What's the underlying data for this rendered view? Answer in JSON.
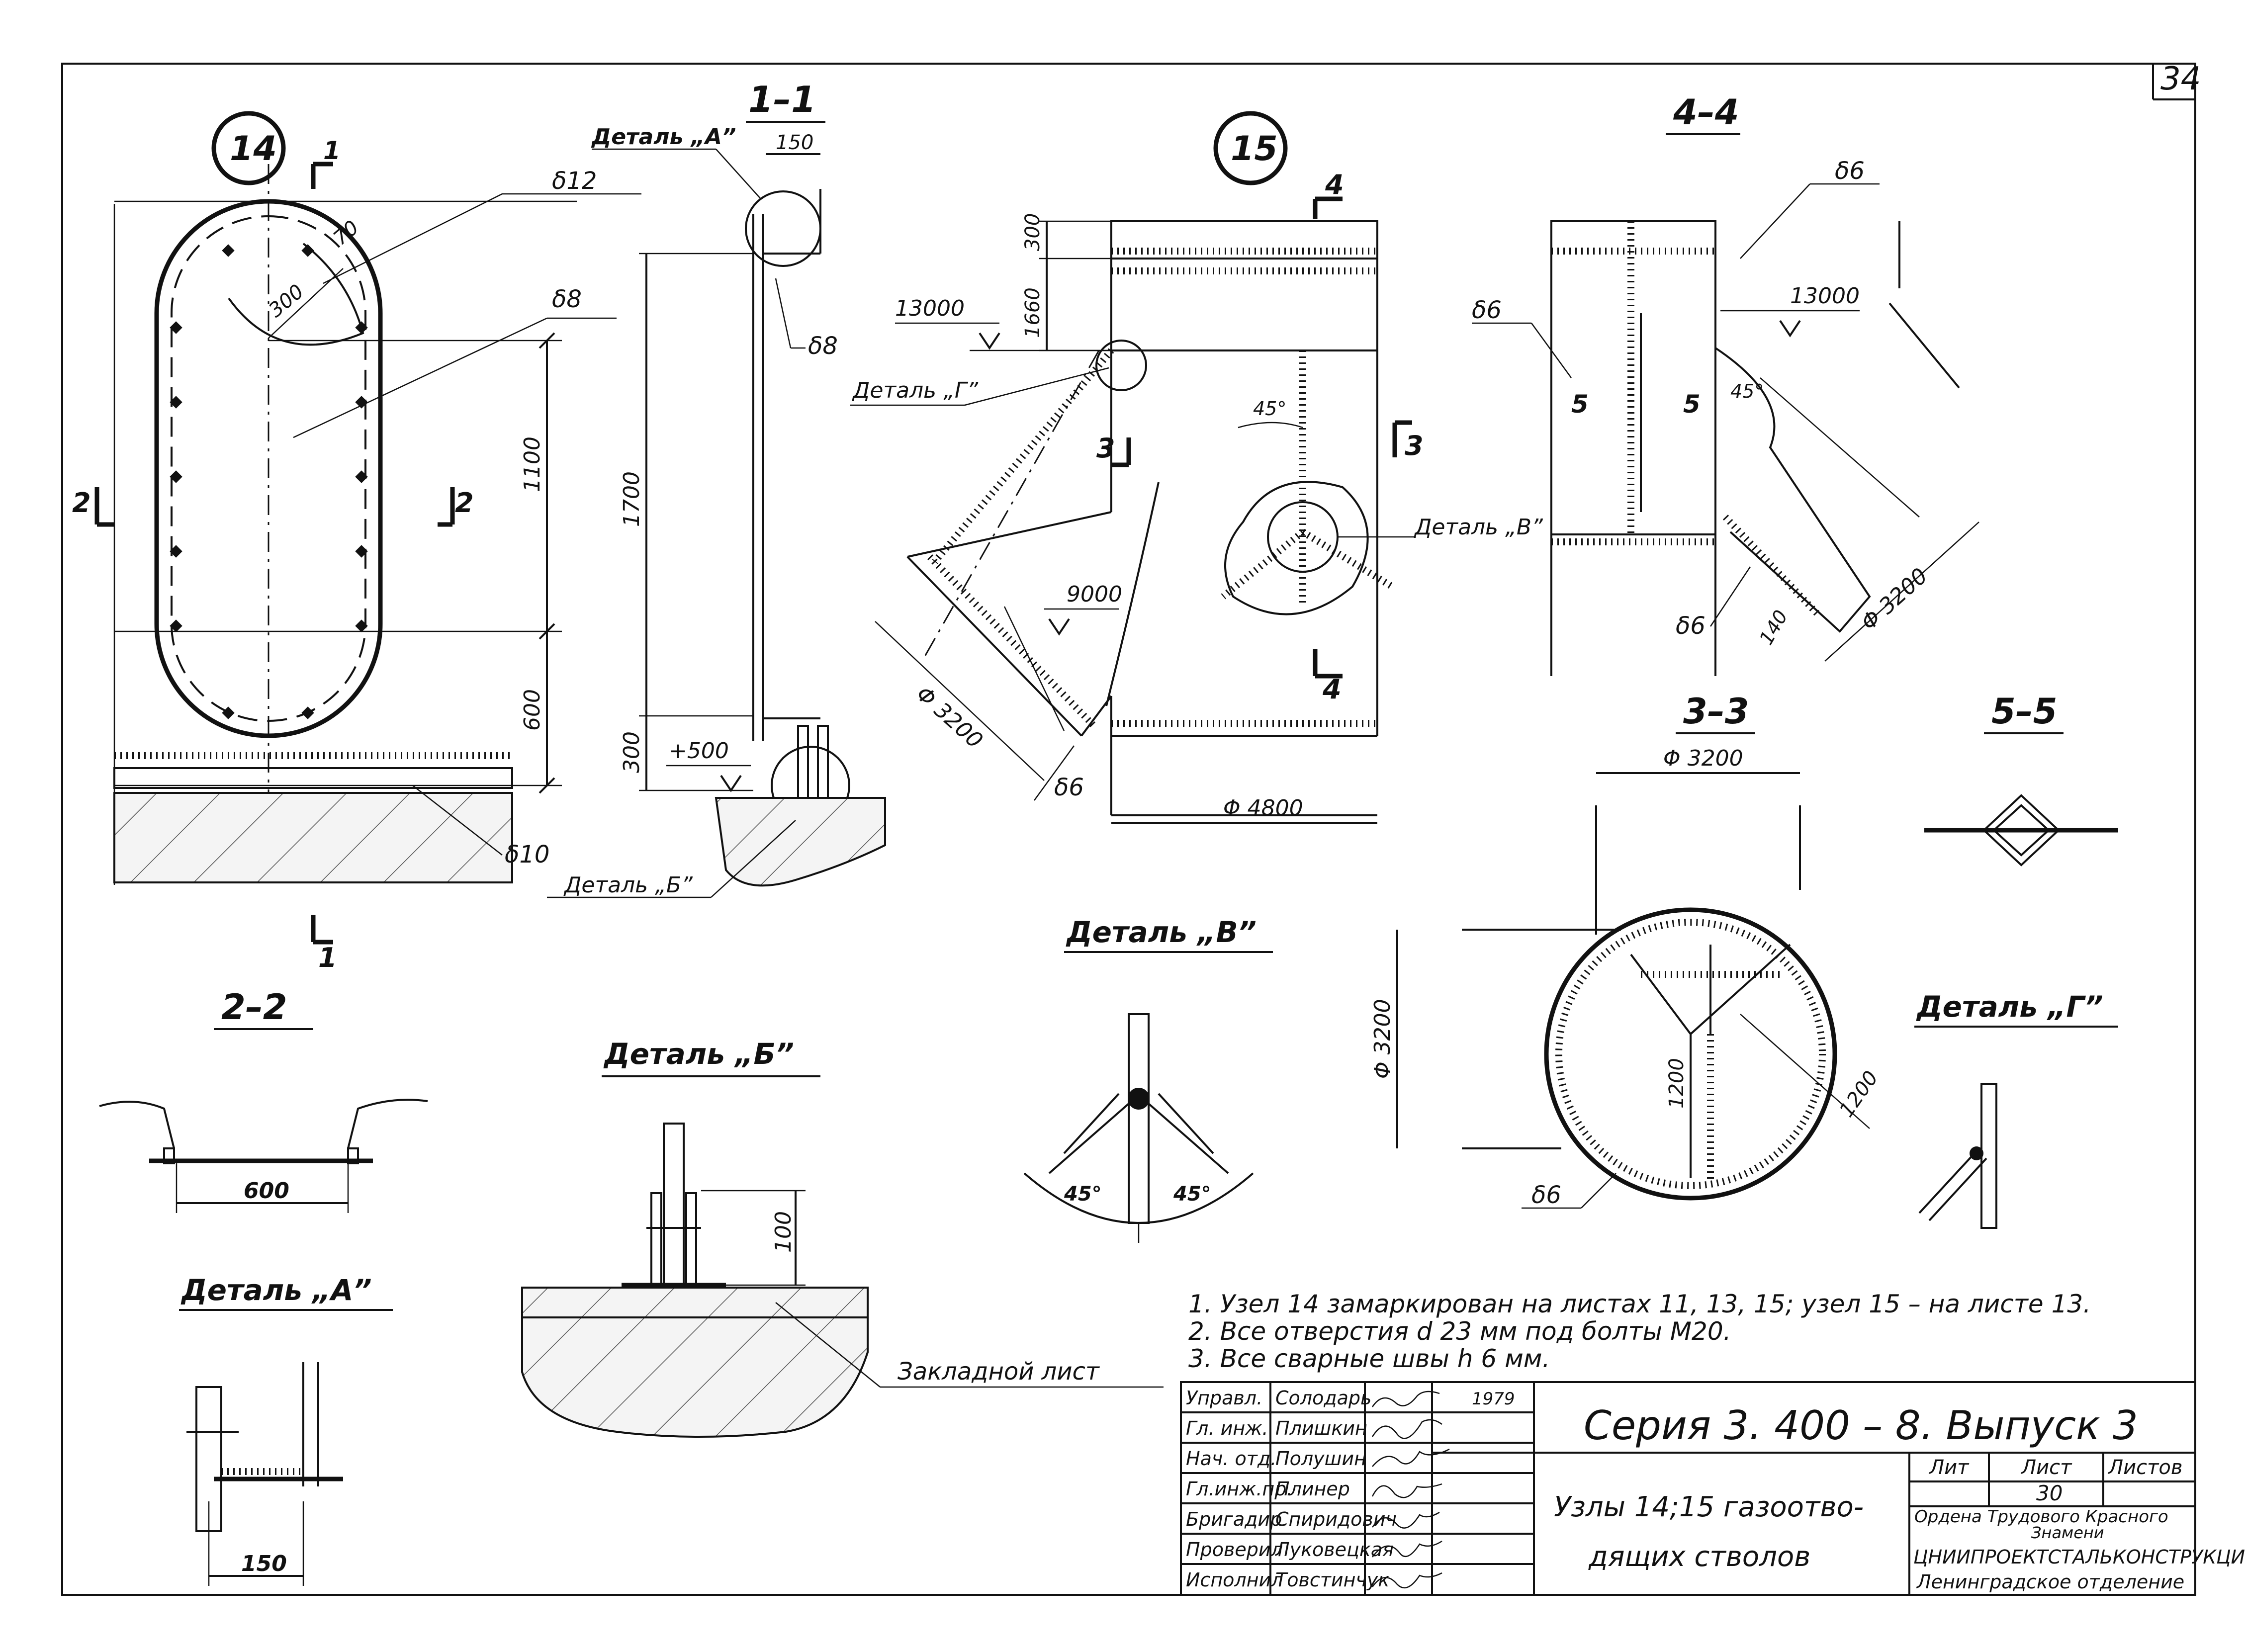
{
  "sheet_number": "34",
  "node14": {
    "label": "14",
    "dims": {
      "d_upper": "1100",
      "d_lower": "600",
      "r": "300",
      "w": "70"
    },
    "plates": {
      "p12": "δ12",
      "p8": "δ8",
      "p10": "δ10"
    },
    "sections": {
      "s1": "1",
      "s2": "2"
    }
  },
  "section_1_1": {
    "title": "1–1",
    "detail_a": "Деталь „А”",
    "dim_150": "150",
    "dim_1700": "1700",
    "dim_300": "300",
    "plate": "δ8",
    "level_500": "+500",
    "detail_b": "Деталь „Б”"
  },
  "node15": {
    "label": "15",
    "dim_300": "300",
    "dim_1660": "1660",
    "level_13000": "13000",
    "level_9000": "9000",
    "detail_g": "Деталь „Г”",
    "detail_v": "Деталь „В”",
    "angle": "45°",
    "dia_3200": "Φ 3200",
    "dia_4800": "Φ 4800",
    "plate": "δ6",
    "sec3": "3",
    "sec4": "4"
  },
  "section_4_4": {
    "title": "4–4",
    "plate_a": "δ6",
    "plate_b": "δ6",
    "plate_c": "δ6",
    "level": "13000",
    "sec5": "5",
    "angle": "45°",
    "dim_140": "140",
    "dia": "Φ 3200"
  },
  "section_3_3": {
    "title": "3–3",
    "dia_top": "Φ 3200",
    "dia_left": "Φ 3200",
    "dim_1200a": "1200",
    "dim_1200b": "1200",
    "plate": "δ6"
  },
  "section_5_5": {
    "title": "5–5"
  },
  "section_2_2": {
    "title": "2–2",
    "dim": "600"
  },
  "detail_a": {
    "title": "Деталь „А”",
    "dim": "150"
  },
  "detail_b": {
    "title": "Деталь „Б”",
    "dim": "100",
    "leader": "Закладной лист"
  },
  "detail_v": {
    "title": "Деталь „В”",
    "angle_l": "45°",
    "angle_r": "45°"
  },
  "detail_g": {
    "title": "Деталь „Г”"
  },
  "notes": [
    "1.  Узел 14 замаркирован на листах 11, 13, 15;  узел 15 – на листе 13.",
    "2.  Все  отверстия  d 23 мм  под  болты  М20.",
    "3.  Все  сварные   швы  h 6 мм."
  ],
  "title_block": {
    "people": [
      {
        "role": "Управл.",
        "name": "Солодарь"
      },
      {
        "role": "Гл. инж.",
        "name": "Плишкин"
      },
      {
        "role": "Нач. отд.",
        "name": "Полушин"
      },
      {
        "role": "Гл.инж.пр.",
        "name": "Плинер"
      },
      {
        "role": "Бригадир",
        "name": "Спиридович"
      },
      {
        "role": "Проверил",
        "name": "Луковецкая"
      },
      {
        "role": "Исполнил",
        "name": "Товстинчук"
      }
    ],
    "year": "1979",
    "series": "Серия  3. 400 – 8.  Выпуск 3",
    "subject_line1": "Узлы 14;15  газоотво-",
    "subject_line2": "дящих  стволов",
    "col_lit": "Лит",
    "col_list": "Лист",
    "col_listov": "Листов",
    "list_value": "30",
    "org1": "Ордена  Трудового  Красного",
    "org2": "Знамени",
    "org3": "ЦНИИПРОЕКТСТАЛЬКОНСТРУКЦИЯ",
    "org4": "Ленинградское  отделение"
  }
}
